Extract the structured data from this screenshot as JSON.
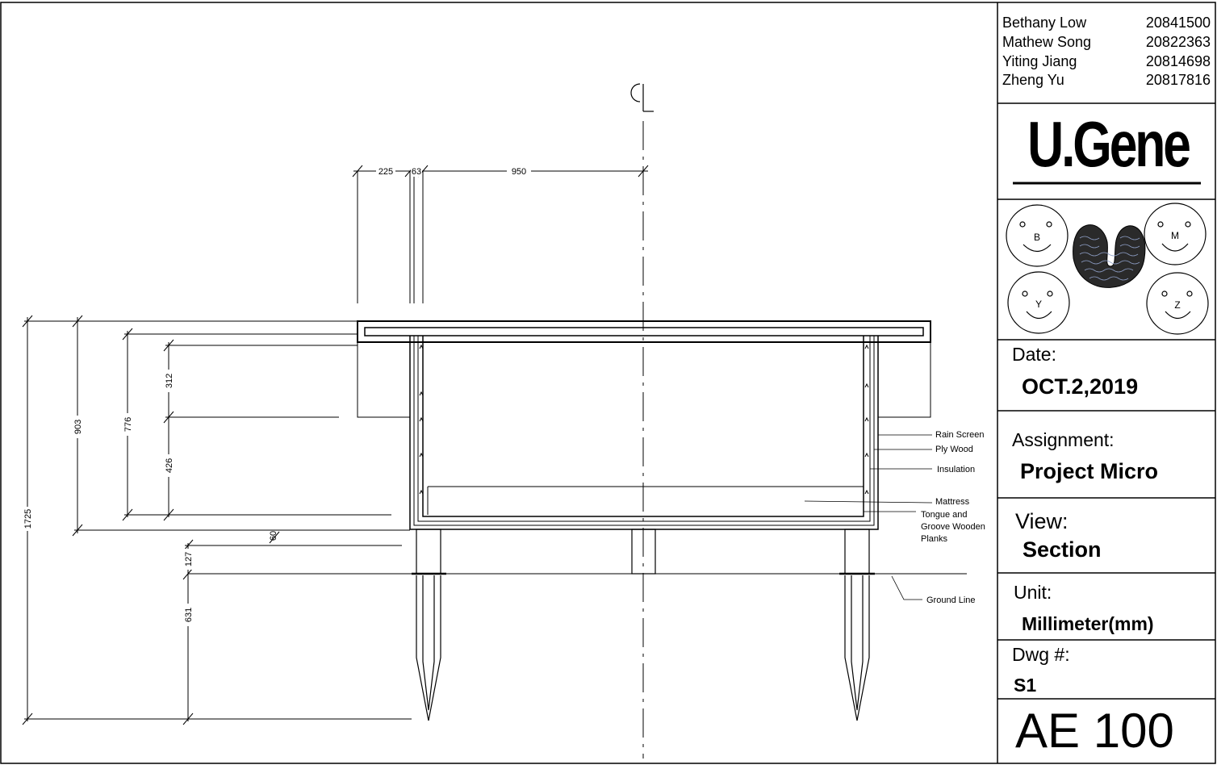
{
  "team": [
    {
      "name": "Bethany Low",
      "id": "20841500"
    },
    {
      "name": "Mathew Song",
      "id": "20822363"
    },
    {
      "name": "Yiting Jiang",
      "id": "20814698"
    },
    {
      "name": "Zheng Yu",
      "id": "20817816"
    }
  ],
  "logo": "U.Gene",
  "avatars": [
    "B",
    "M",
    "Y",
    "Z"
  ],
  "date": {
    "label": "Date:",
    "value": "OCT.2,2019"
  },
  "assignment": {
    "label": "Assignment:",
    "value": "Project Micro"
  },
  "view": {
    "label": "View:",
    "value": "Section"
  },
  "unit": {
    "label": "Unit:",
    "value": "Millimeter(mm)"
  },
  "dwg": {
    "label": "Dwg #:",
    "value": "S1"
  },
  "sheet_code": "AE 100",
  "drawing": {
    "centerline_symbol": "CL",
    "dimensions": {
      "top_225": "225",
      "top_63": "63",
      "top_950": "950",
      "d1725": "1725",
      "d903": "903",
      "d776": "776",
      "d312": "312",
      "d426": "426",
      "d127": "127",
      "d631": "631",
      "d60": "60"
    },
    "callouts": {
      "rain_screen": "Rain Screen",
      "ply_wood": "Ply Wood",
      "insulation": "Insulation",
      "mattress": "Mattress",
      "tongue_1": "Tongue and",
      "tongue_2": "Groove Wooden",
      "tongue_3": "Planks",
      "ground_line": "Ground Line"
    }
  }
}
